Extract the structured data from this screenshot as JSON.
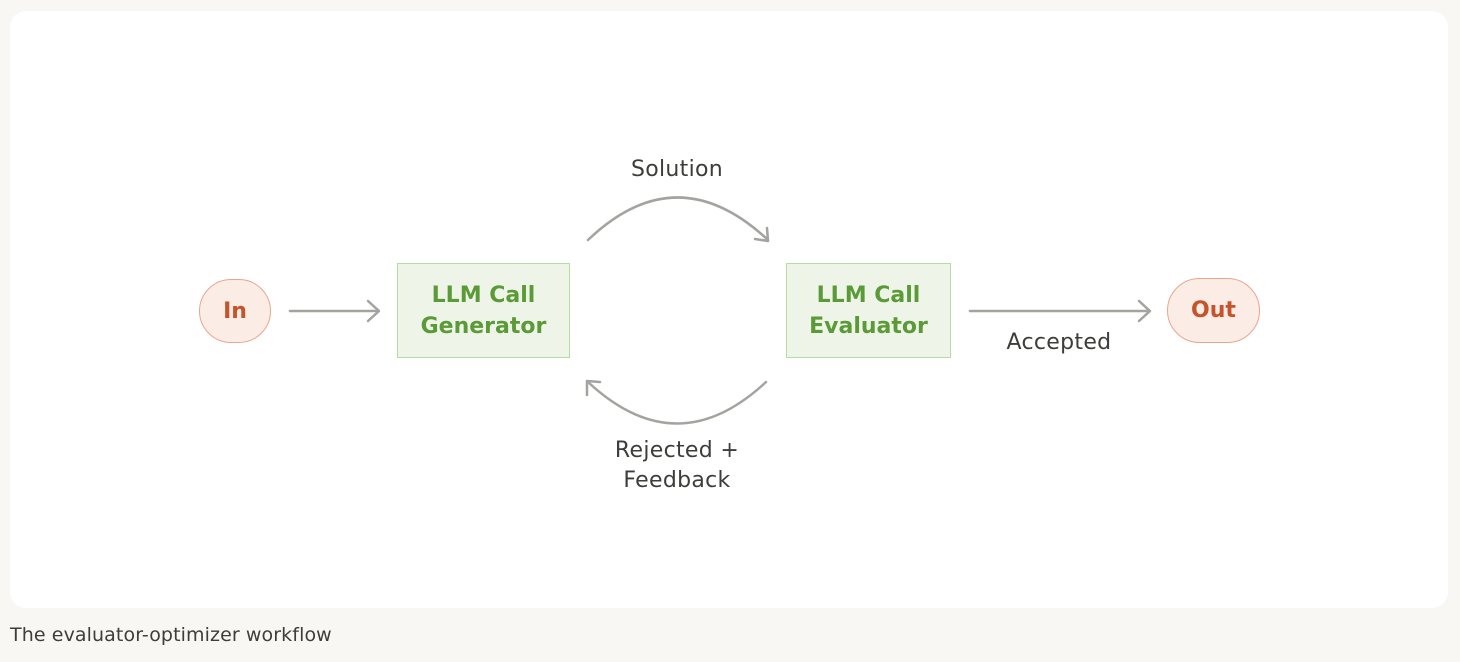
{
  "diagram": {
    "nodes": {
      "input": "In",
      "generator_line1": "LLM Call",
      "generator_line2": "Generator",
      "evaluator_line1": "LLM Call",
      "evaluator_line2": "Evaluator",
      "output": "Out"
    },
    "edges": {
      "solution": "Solution",
      "rejected_line1": "Rejected +",
      "rejected_line2": "Feedback",
      "accepted": "Accepted"
    }
  },
  "caption": "The evaluator-optimizer workflow",
  "colors": {
    "page_background": "#f8f7f3",
    "card_background": "#ffffff",
    "terminal_fill": "#fbece6",
    "terminal_border": "#eaa68d",
    "terminal_text": "#c5532b",
    "llm_fill": "#eef5e8",
    "llm_border": "#b4dca3",
    "llm_text": "#5a9a37",
    "arrow": "#a3a3a0",
    "text": "#3d3d3a"
  }
}
